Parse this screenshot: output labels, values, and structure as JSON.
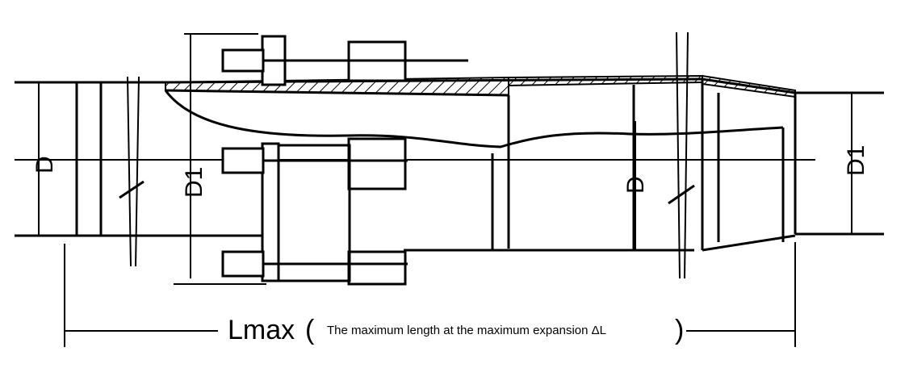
{
  "labels": {
    "left_d": "D",
    "left_d1": "D1",
    "right_d": "D",
    "right_d1": "D1",
    "lmax": "Lmax",
    "paren_open": "(",
    "note": "The maximum length at the maximum expansion ΔL",
    "paren_close": ")"
  },
  "colors": {
    "line": "#000000",
    "background": "#ffffff"
  }
}
